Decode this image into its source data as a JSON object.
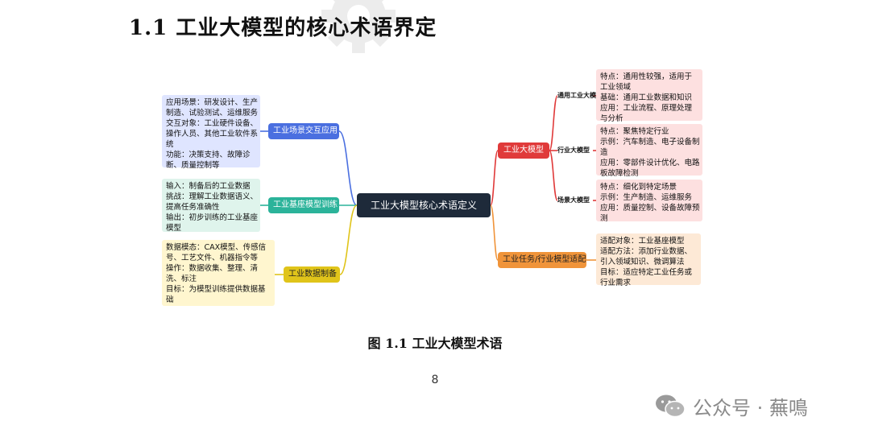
{
  "page": {
    "heading": "1.1  工业大模型的核心术语界定",
    "caption": "图 1.1  工业大模型术语",
    "page_number": "8",
    "watermark": "公众号 · 蕪鳴"
  },
  "mindmap": {
    "center": "工业大模型核心术语定义",
    "left": [
      {
        "label": "工业场景交互应用",
        "color": "#4a6fe0",
        "fill": "#dfe5ff",
        "details": [
          "应用场景：研发设计、生产",
          "制造、试验测试、运维服务",
          "交互对象：工业硬件设备、",
          "操作人员、其他工业软件系",
          "统",
          "功能：决策支持、故障诊",
          "断、质量控制等"
        ]
      },
      {
        "label": "工业基座模型训练",
        "color": "#2bb39a",
        "fill": "#dff4ec",
        "details": [
          "输入：制备后的工业数据",
          "挑战：理解工业数据语义、",
          "提高任务准确性",
          "输出：初步训练的工业基座",
          "模型"
        ]
      },
      {
        "label": "工业数据制备",
        "color": "#e0c41a",
        "fill": "#fff6cf",
        "details": [
          "数据模态：CAX模型、传感信",
          "号、工艺文件、机器指令等",
          "操作：数据收集、整理、清",
          "洗、标注",
          "目标：为模型训练提供数据基",
          "础"
        ]
      }
    ],
    "right": [
      {
        "label": "工业大模型",
        "color": "#e03a3a",
        "fill": "#fde0e0",
        "children": [
          {
            "label": "通用工业大模型",
            "details": [
              "特点：通用性较强，适用于",
              "工业领域",
              "基础：通用工业数据和知识",
              "应用：工业流程、原理处理",
              "与分析"
            ]
          },
          {
            "label": "行业大模型",
            "details": [
              "特点：聚焦特定行业",
              "示例：汽车制造、电子设备制",
              "造",
              "应用：零部件设计优化、电路",
              "板故障检测"
            ]
          },
          {
            "label": "场景大模型",
            "details": [
              "特点：细化到特定场景",
              "示例：生产制造、运维服务",
              "应用：质量控制、设备故障预",
              "测"
            ]
          }
        ]
      },
      {
        "label": "工业任务/行业模型适配",
        "color": "#f0943a",
        "fill": "#fde9d6",
        "details": [
          "适配对象：工业基座模型",
          "适配方法：添加行业数据、",
          "引入领域知识、微调算法",
          "目标：适应特定工业任务或",
          "行业需求"
        ]
      }
    ]
  }
}
